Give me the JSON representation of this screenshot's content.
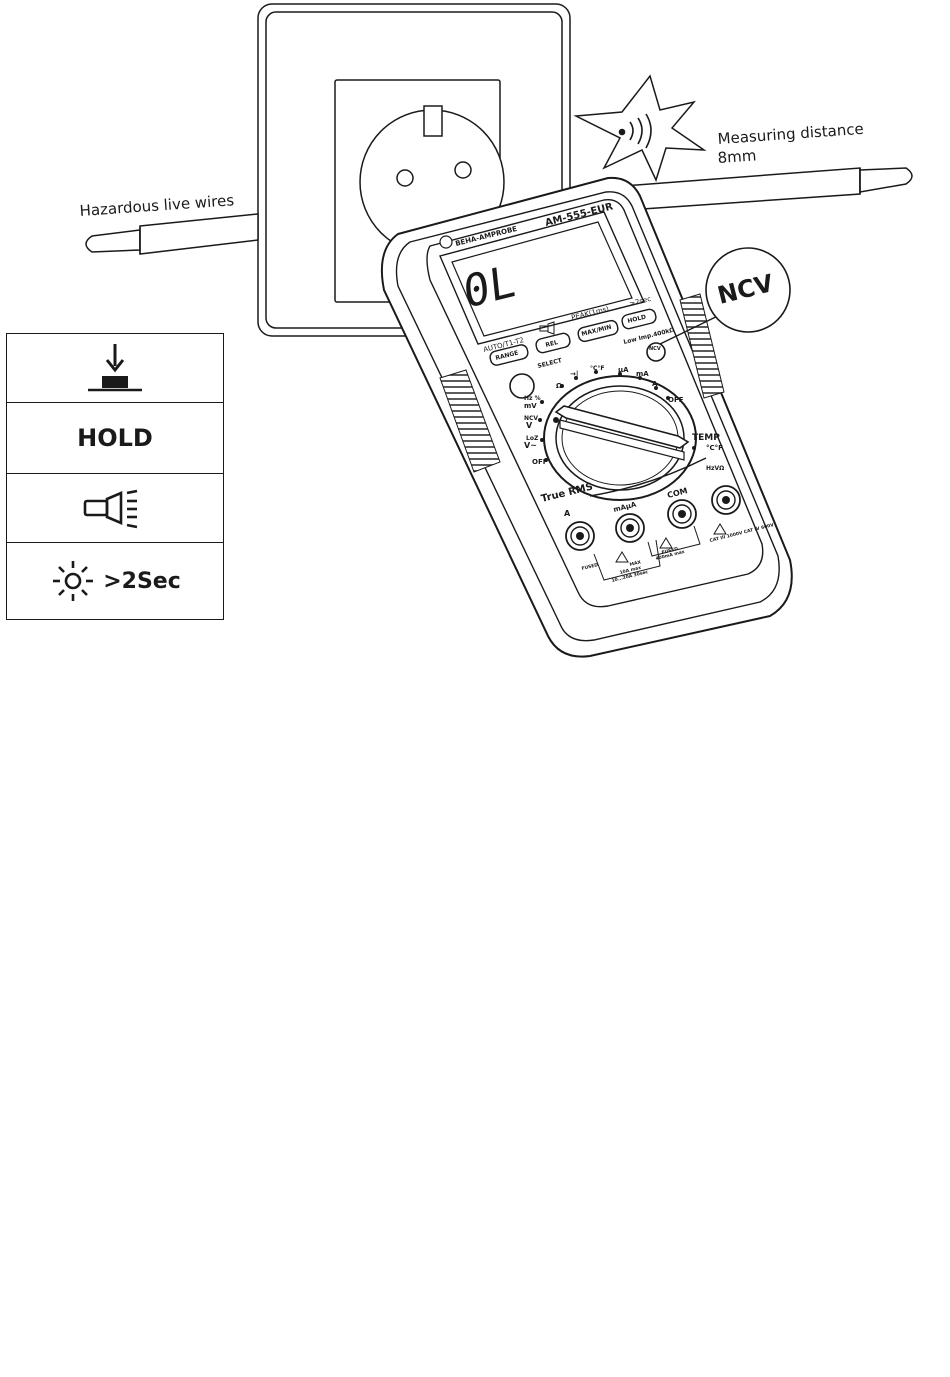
{
  "labels": {
    "hazardous": "Hazardous live wires",
    "measuring_line1": "Measuring distance",
    "measuring_line2": "8mm",
    "ncv_callout": "NCV"
  },
  "meter": {
    "model": "AM-555-EUR",
    "brand": "BEHA-AMPROBE",
    "display": "0L",
    "buttons": {
      "range": "RANGE",
      "rel": "REL",
      "maxmin": "MAX/MIN",
      "hold": "HOLD",
      "auto": "AUTO/T1-T2",
      "peak": "PEAK(1ms)",
      "backlight": ">2sec",
      "select": "SELECT",
      "lowimp": "Low Imp.400kΩ",
      "ncv_btn": "NCV"
    },
    "dial": {
      "off_left": "OFF",
      "off_right": "OFF",
      "temp": "TEMP",
      "temp_unit": "°C°F",
      "hz": "Hz %",
      "mv": "mV",
      "ncv": "NCV",
      "v_dc": "V",
      "v_ac": "V~",
      "low_v": "LoZ",
      "cap": "Ω",
      "diode": "→|",
      "temp_sym": "°C°F",
      "ua": "µA",
      "ma": "mA",
      "a": "A",
      "hzv": "HzVΩ"
    },
    "true_rms": "True RMS",
    "jacks": {
      "a": "A",
      "maua": "mAµA",
      "com": "COM",
      "fused": "FUSED",
      "fused2": "FUSED",
      "fused2_rating": "400mA max",
      "max": "MAX",
      "max_rating1": "10A max",
      "max_rating2": "10...20A 30sec",
      "cat": "CAT III 1000V CAT IV 600V"
    }
  },
  "legend": {
    "hold": "HOLD",
    "backlight": ">2Sec"
  }
}
